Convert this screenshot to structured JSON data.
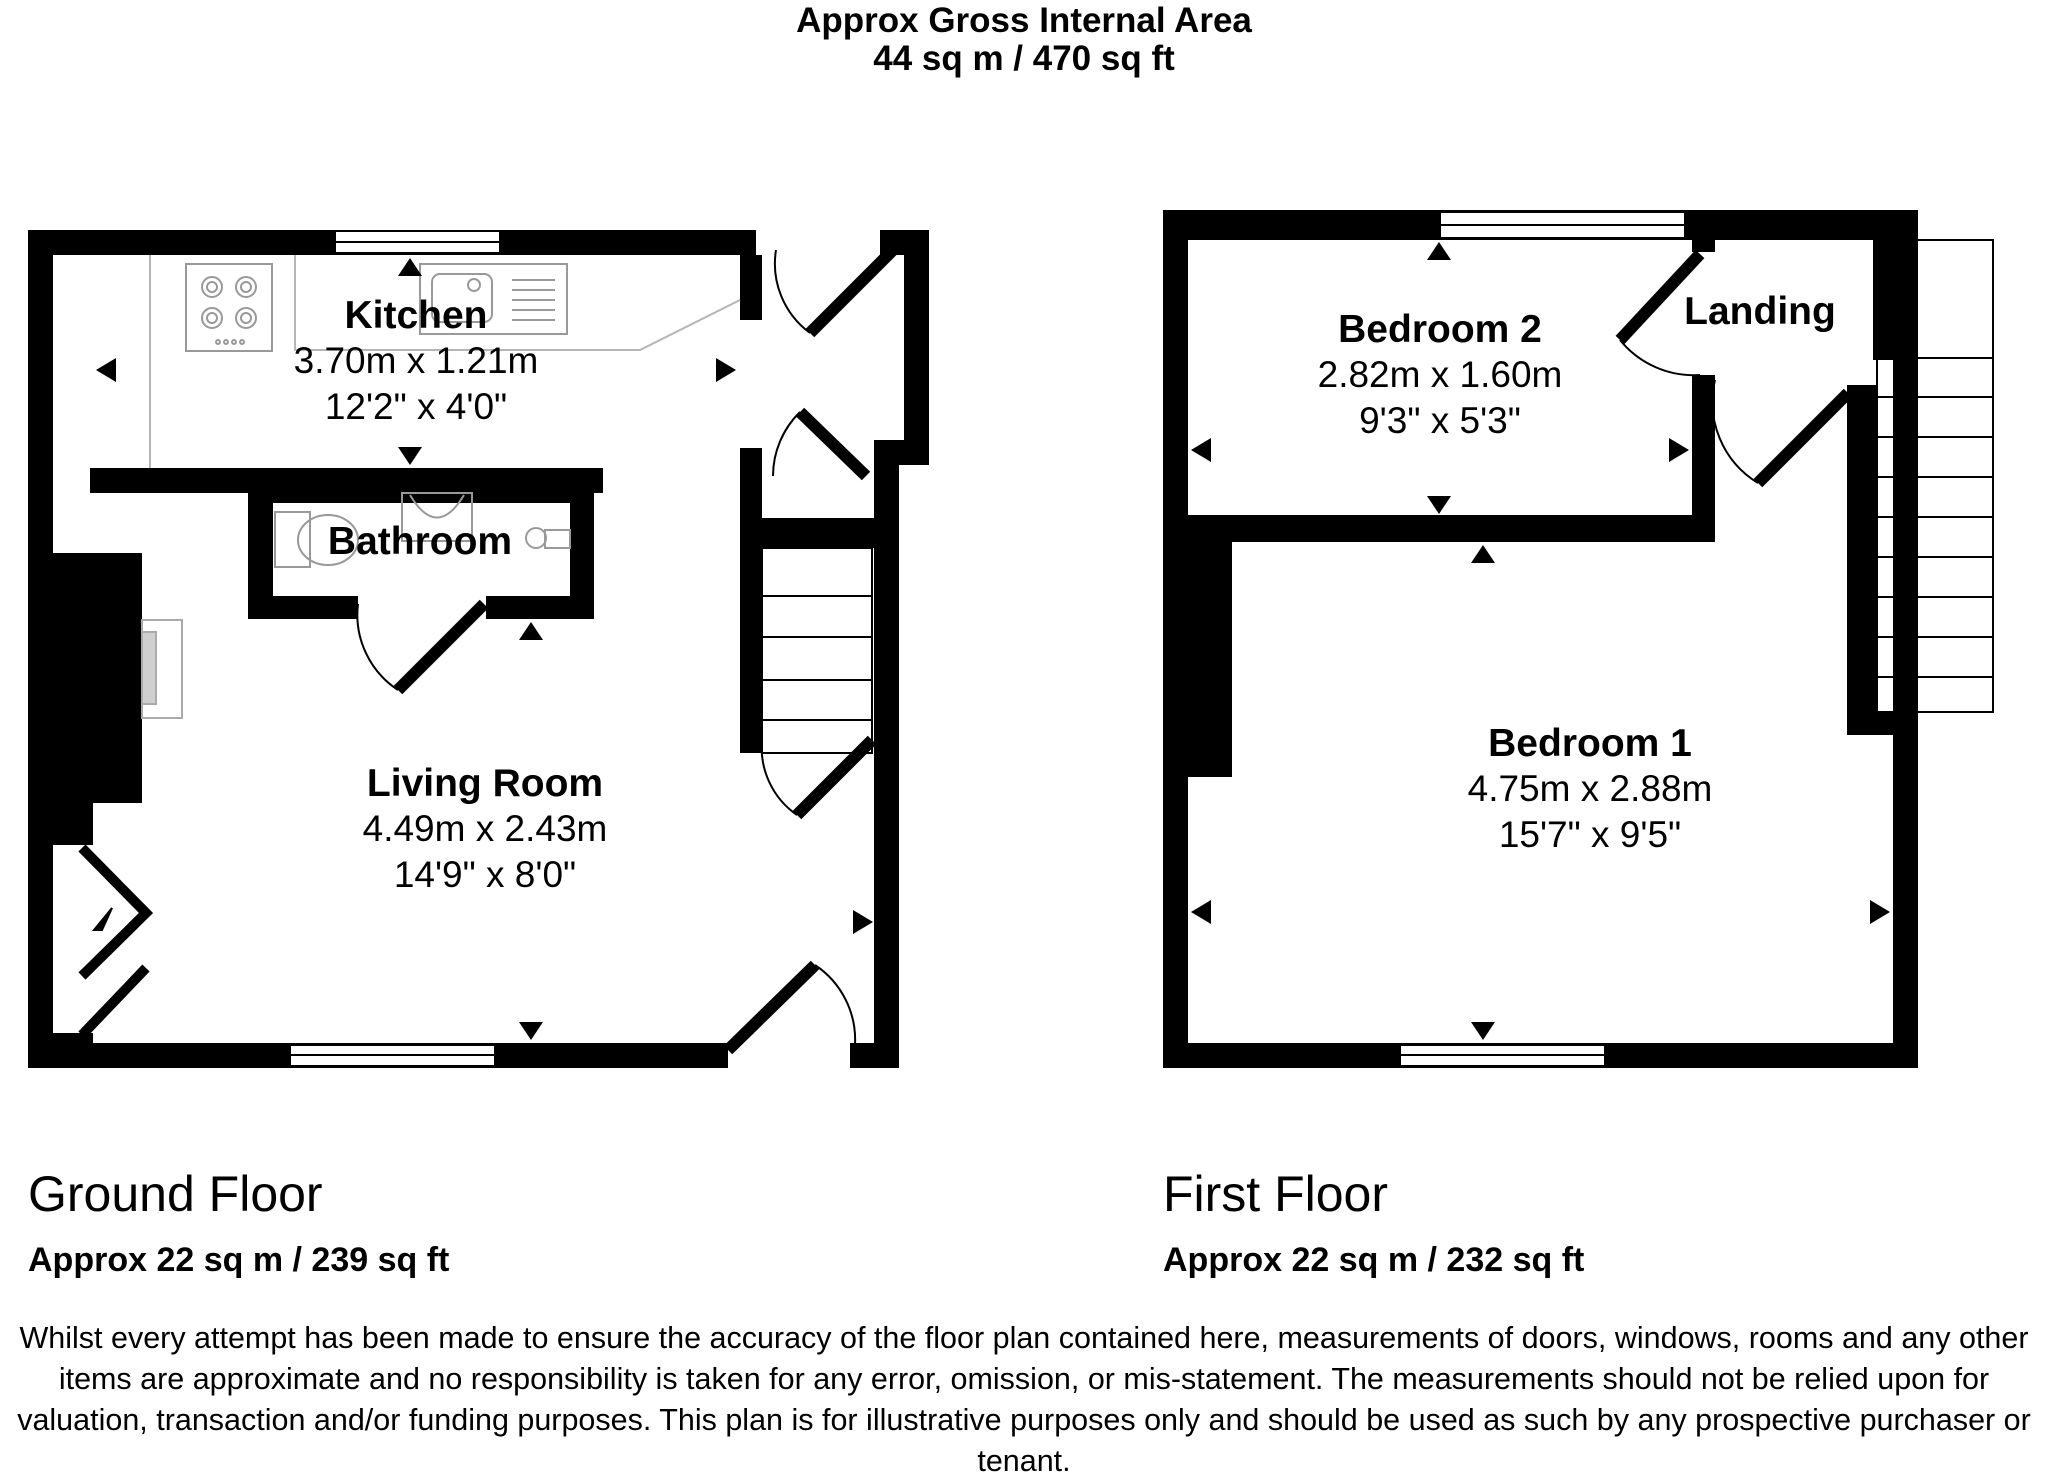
{
  "header": {
    "title_line1": "Approx Gross Internal Area",
    "title_line2": "44 sq m / 470 sq ft"
  },
  "ground_floor": {
    "name": "Ground Floor",
    "area": "Approx 22 sq m / 239 sq ft",
    "kitchen": {
      "name": "Kitchen",
      "metric": "3.70m x 1.21m",
      "imperial": "12'2\" x 4'0\""
    },
    "bathroom": {
      "name": "Bathroom"
    },
    "living_room": {
      "name": "Living Room",
      "metric": "4.49m x 2.43m",
      "imperial": "14'9\" x 8'0\""
    }
  },
  "first_floor": {
    "name": "First Floor",
    "area": "Approx 22 sq m / 232 sq ft",
    "bedroom2": {
      "name": "Bedroom 2",
      "metric": "2.82m x 1.60m",
      "imperial": "9'3\" x 5'3\""
    },
    "landing": {
      "name": "Landing"
    },
    "bedroom1": {
      "name": "Bedroom 1",
      "metric": "4.75m x 2.88m",
      "imperial": "15'7\" x 9'5\""
    }
  },
  "disclaimer": "Whilst every attempt has been made to ensure the accuracy of the floor plan contained here, measurements of doors, windows, rooms and any other items are approximate and no responsibility is taken for any error, omission, or mis-statement. The measurements should not be relied upon for valuation, transaction and/or funding purposes. This plan is for illustrative purposes only and should be used as such by any prospective purchaser or tenant."
}
